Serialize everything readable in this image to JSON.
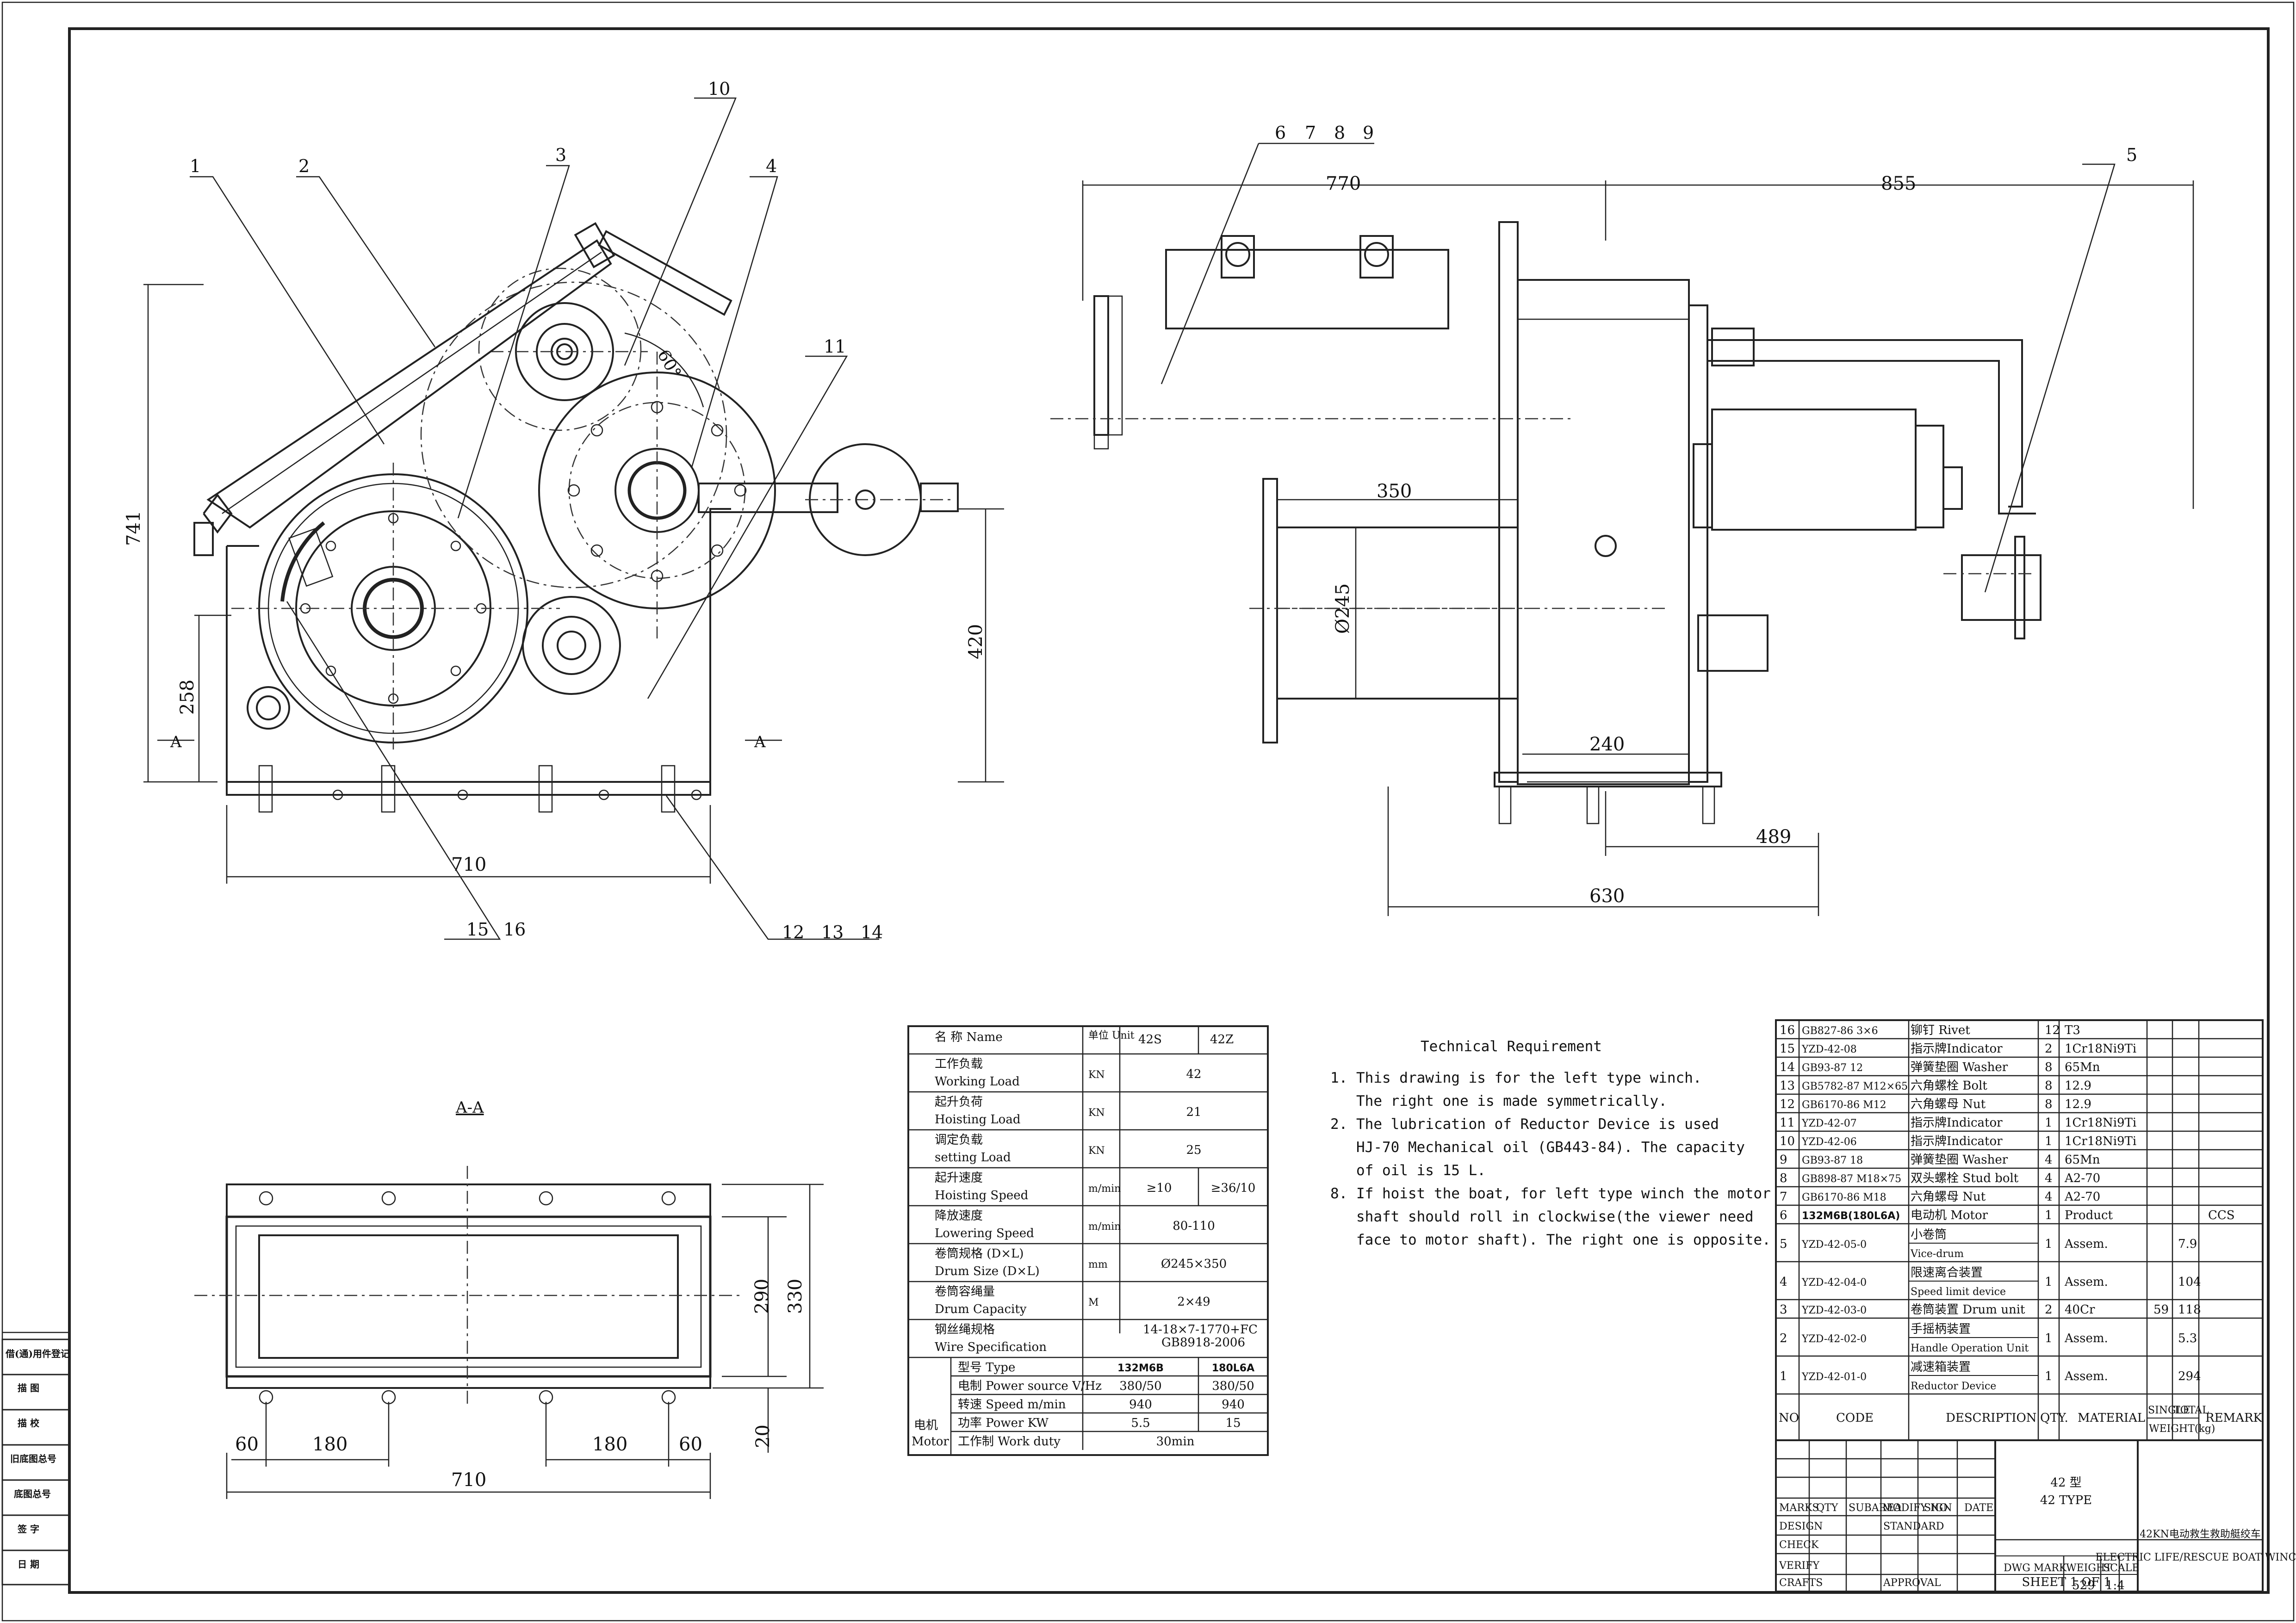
{
  "balloons": {
    "b1": "1",
    "b2": "2",
    "b3": "3",
    "b4": "4",
    "b5": "5",
    "b6": "6",
    "b7": "7",
    "b8": "8",
    "b9": "9",
    "b10": "10",
    "b11": "11",
    "b12": "12",
    "b13": "13",
    "b14": "14",
    "b15": "15",
    "b16": "16"
  },
  "dimensions": {
    "d741": "741",
    "d258": "258",
    "d420": "420",
    "d710": "710",
    "d770": "770",
    "d855": "855",
    "d350": "350",
    "d245": "Ø245",
    "d240": "240",
    "d489": "489",
    "d630": "630",
    "d290": "290",
    "d330": "330",
    "d20": "20",
    "d60a": "60",
    "d180a": "180",
    "d180b": "180",
    "d60b": "60",
    "d710b": "710",
    "angle": "60°",
    "secA1": "A",
    "secA2": "A",
    "secAA": "A-A"
  },
  "side_labels": [
    "借(通)用件登记",
    "描  图",
    "描  校",
    "旧底图总号",
    "底图总号",
    "签  字",
    "日  期"
  ],
  "spec_table": {
    "header": [
      "名 称 Name",
      "单位 Unit",
      "42S",
      "42Z"
    ],
    "rows": [
      {
        "cn": "工作负载",
        "en": "Working Load",
        "unit": "KN",
        "val": "42"
      },
      {
        "cn": "起升负荷",
        "en": "Hoisting Load",
        "unit": "KN",
        "val": "21"
      },
      {
        "cn": "调定负载",
        "en": "setting Load",
        "unit": "KN",
        "val": "25"
      },
      {
        "cn": "起升速度",
        "en": "Hoisting Speed",
        "unit": "m/min",
        "v1": "≥10",
        "v2": "≥36/10"
      },
      {
        "cn": "降放速度",
        "en": "Lowering Speed",
        "unit": "m/min",
        "val": "80-110"
      },
      {
        "cn": "卷筒规格  (D×L)",
        "en": "Drum Size (D×L)",
        "unit": "mm",
        "val": "Ø245×350"
      },
      {
        "cn": "卷筒容绳量",
        "en": "Drum Capacity",
        "unit": "M",
        "val": "2×49"
      },
      {
        "cn": "钢丝绳规格",
        "en": "Wire Specification",
        "val": "14-18×7-1770+FC GB8918-2006"
      }
    ],
    "motor_label_cn": "电机",
    "motor_label_en": "Motor",
    "motor_rows": [
      {
        "label": "型号 Type",
        "v1": "132M6B",
        "v2": "180L6A"
      },
      {
        "label": "电制 Power source V/Hz",
        "v1": "380/50",
        "v2": "380/50"
      },
      {
        "label": "转速 Speed   m/min",
        "v1": "940",
        "v2": "940"
      },
      {
        "label": "功率 Power    KW",
        "v1": "5.5",
        "v2": "15"
      },
      {
        "label": "工作制 Work duty",
        "val": "30min"
      }
    ]
  },
  "tech": {
    "title": "Technical Requirement",
    "lines": [
      "1. This drawing is for the left type winch.",
      "   The right one is made symmetrically.",
      "2. The lubrication of Reductor Device is used",
      "   HJ-70 Mechanical oil (GB443-84). The capacity",
      "   of oil is 15 L.",
      "8. If hoist the boat, for left type winch the motor",
      "   shaft should roll in clockwise(the viewer need",
      "   face to motor shaft). The right one is opposite."
    ]
  },
  "bom": [
    {
      "no": "16",
      "code": "GB827-86 3×6",
      "desc": "铆钉 Rivet",
      "qty": "12",
      "mat": "T3"
    },
    {
      "no": "15",
      "code": "YZD-42-08",
      "desc": "指示牌Indicator",
      "qty": "2",
      "mat": "1Cr18Ni9Ti"
    },
    {
      "no": "14",
      "code": "GB93-87 12",
      "desc": "弹簧垫圈 Washer",
      "qty": "8",
      "mat": "65Mn"
    },
    {
      "no": "13",
      "code": "GB5782-87 M12×65",
      "desc": "六角螺栓 Bolt",
      "qty": "8",
      "mat": "12.9"
    },
    {
      "no": "12",
      "code": "GB6170-86 M12",
      "desc": "六角螺母 Nut",
      "qty": "8",
      "mat": "12.9"
    },
    {
      "no": "11",
      "code": "YZD-42-07",
      "desc": "指示牌Indicator",
      "qty": "1",
      "mat": "1Cr18Ni9Ti"
    },
    {
      "no": "10",
      "code": "YZD-42-06",
      "desc": "指示牌Indicator",
      "qty": "1",
      "mat": "1Cr18Ni9Ti"
    },
    {
      "no": "9",
      "code": "GB93-87 18",
      "desc": "弹簧垫圈 Washer",
      "qty": "4",
      "mat": "65Mn"
    },
    {
      "no": "8",
      "code": "GB898-87 M18×75",
      "desc": "双头螺栓 Stud bolt",
      "qty": "4",
      "mat": "A2-70"
    },
    {
      "no": "7",
      "code": "GB6170-86 M18",
      "desc": "六角螺母 Nut",
      "qty": "4",
      "mat": "A2-70"
    },
    {
      "no": "6",
      "code": "132M6B(180L6A)",
      "desc": "电动机 Motor",
      "qty": "1",
      "mat": "Product",
      "remark": "CCS"
    },
    {
      "no": "5",
      "code": "YZD-42-05-0",
      "desc": "小卷筒",
      "desc2": "Vice-drum",
      "qty": "1",
      "mat": "Assem.",
      "total": "7.9"
    },
    {
      "no": "4",
      "code": "YZD-42-04-0",
      "desc": "限速离合装置",
      "desc2": "Speed limit device",
      "qty": "1",
      "mat": "Assem.",
      "total": "104"
    },
    {
      "no": "3",
      "code": "YZD-42-03-0",
      "desc": "卷筒装置 Drum unit",
      "qty": "2",
      "mat": "40Cr",
      "single": "59",
      "total": "118"
    },
    {
      "no": "2",
      "code": "YZD-42-02-0",
      "desc": "手摇柄装置",
      "desc2": "Handle Operation Unit",
      "qty": "1",
      "mat": "Assem.",
      "total": "5.3"
    },
    {
      "no": "1",
      "code": "YZD-42-01-0",
      "desc": "减速箱装置",
      "desc2": "Reductor Device",
      "qty": "1",
      "mat": "Assem.",
      "total": "294"
    }
  ],
  "bom_header": {
    "no": "NO",
    "code": "CODE",
    "desc": "DESCRIPTION",
    "qty": "QTY.",
    "mat": "MATERIAL",
    "single": "SINGLE",
    "total": "TOTAL",
    "weight": "WEIGHT(kg)",
    "remark": "REMARK"
  },
  "title_block": {
    "type_cn": "42 型",
    "type_en": "42 TYPE",
    "name_cn": "42KN电动救生救助艇绞车",
    "name_en": "ELECTRIC LIFE/RESCUE BOAT WINCH",
    "marks": "MARKS",
    "qty": "QTY",
    "subarea": "SUBAREA",
    "modify": "MODIFY NO",
    "sign": "SIGN",
    "date": "DATE",
    "design": "DESIGN",
    "standard": "STANDARD",
    "check": "CHECK",
    "verify": "VERIFY",
    "crafts": "CRAFTS",
    "approval": "APPROVAL",
    "dwg_mark": "DWG MARK",
    "weight": "WEIGHT",
    "scale": "SCALE",
    "weight_val": "529",
    "scale_val": "1:4",
    "sheet": "SHEET  1  OF  1"
  }
}
